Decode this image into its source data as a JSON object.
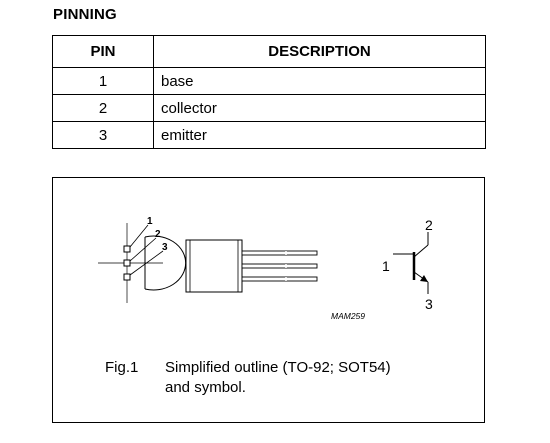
{
  "section": {
    "title": "PINNING"
  },
  "table": {
    "headers": {
      "pin": "PIN",
      "description": "DESCRIPTION"
    },
    "rows": [
      {
        "pin": "1",
        "description": "base"
      },
      {
        "pin": "2",
        "description": "collector"
      },
      {
        "pin": "3",
        "description": "emitter"
      }
    ]
  },
  "figure": {
    "outline_labels": {
      "pin1": "1",
      "pin2": "2",
      "pin3": "3"
    },
    "symbol_labels": {
      "collector": "2",
      "base": "1",
      "emitter": "3"
    },
    "drawing_code": "MAM259",
    "caption_number": "Fig.1",
    "caption_line1": "Simplified outline (TO-92; SOT54)",
    "caption_line2": "and symbol."
  }
}
